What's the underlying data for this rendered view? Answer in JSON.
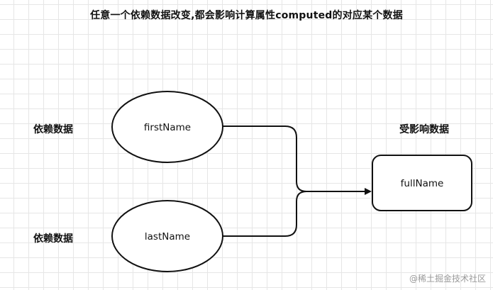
{
  "title": "任意一个依赖数据改变,都会影响计算属性computed的对应某个数据",
  "labels": {
    "dep_top": "依赖数据",
    "dep_bottom": "依赖数据",
    "affected": "受影响数据"
  },
  "nodes": {
    "first": "firstName",
    "last": "lastName",
    "full": "fullName"
  },
  "watermark": "@稀土掘金技术社区",
  "colors": {
    "stroke": "#111111",
    "grid": "#e6e6e6",
    "background": "#ffffff"
  }
}
